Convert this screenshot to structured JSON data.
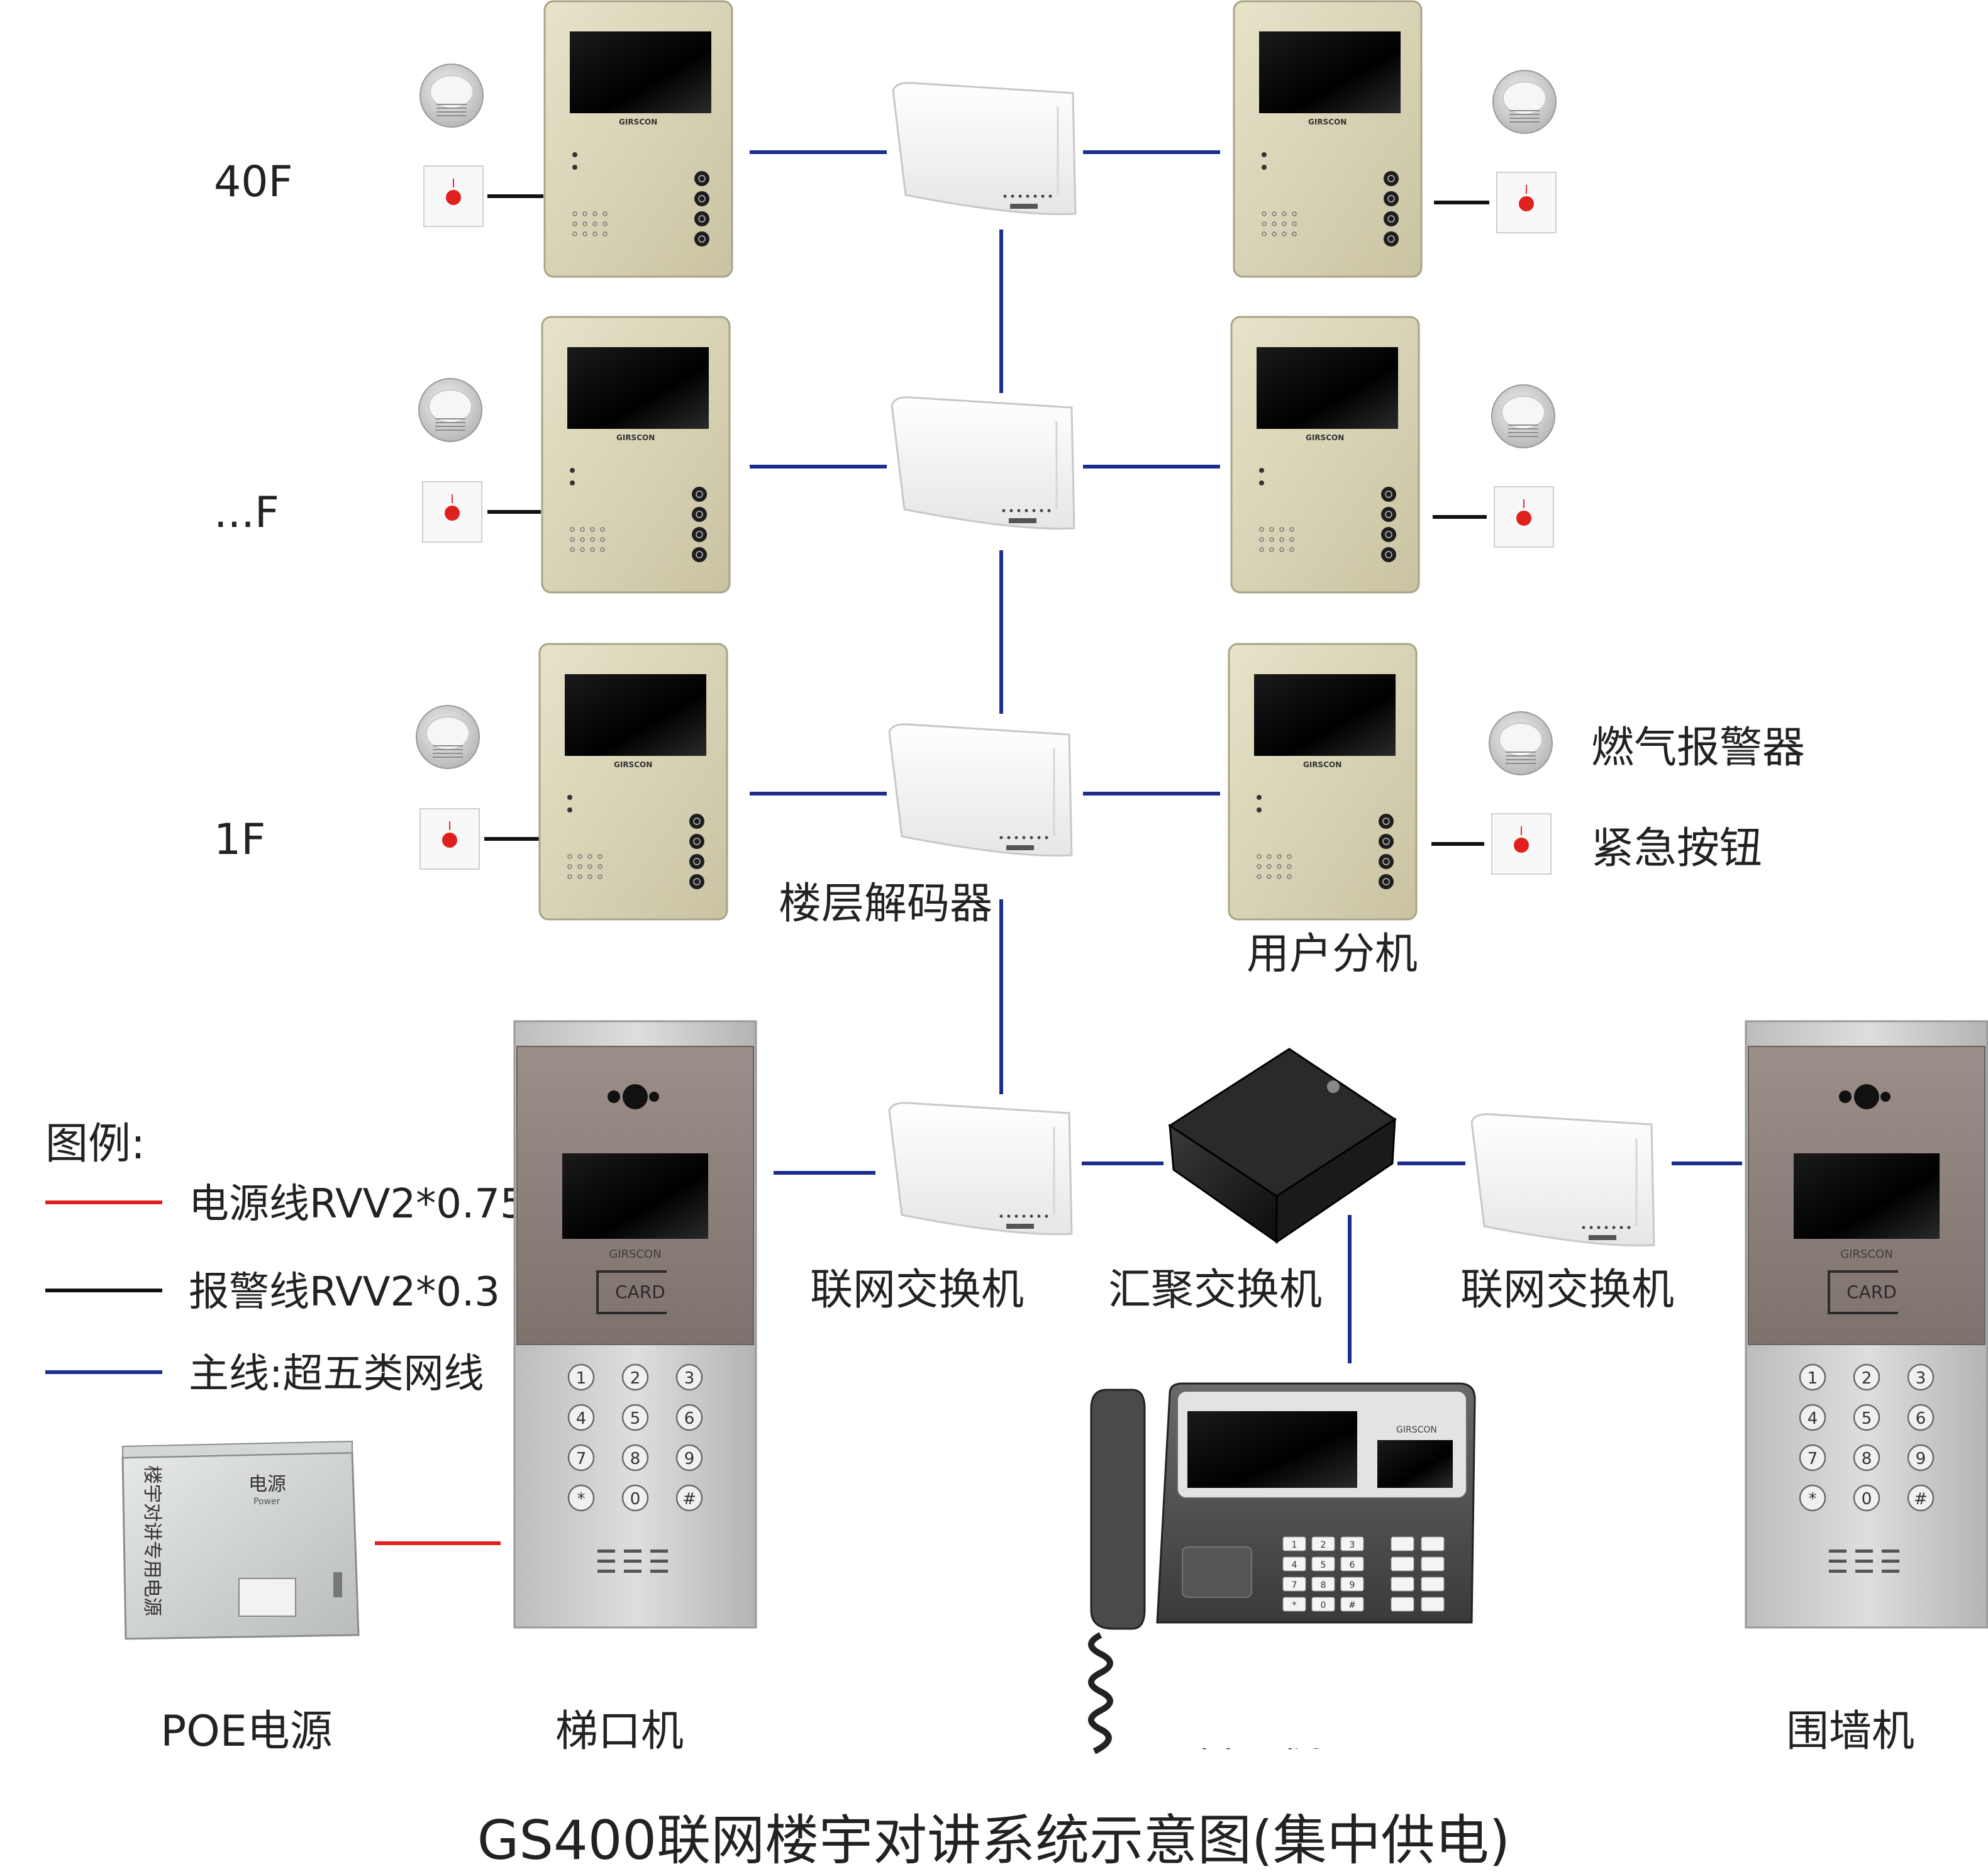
{
  "title": "GS400联网楼宇对讲系统示意图(集中供电)",
  "floors": {
    "top": "40F",
    "middle": "...F",
    "bottom": "1F"
  },
  "brand": "GIRSCON",
  "card_text": "CARD",
  "labels": {
    "floor_decoder": "楼层解码器",
    "user_unit": "用户分机",
    "gas_alarm": "燃气报警器",
    "emergency_button": "紧急按钮",
    "network_switch_left": "联网交换机",
    "aggregation_switch": "汇聚交换机",
    "network_switch_right": "联网交换机",
    "poe_power": "POE电源",
    "elevator_station": "梯口机",
    "management_unit": "管理机",
    "wall_station": "围墙机"
  },
  "legend": {
    "title": "图例:",
    "items": [
      {
        "label": "电源线RVV2*0.75",
        "color": "#e0201c"
      },
      {
        "label": "报警线RVV2*0.3",
        "color": "#111111"
      },
      {
        "label": "主线:超五类网线",
        "color": "#1c2e8c"
      }
    ]
  },
  "power_box": {
    "main": "楼宇对讲专用电源",
    "sub": "电源",
    "sub_en": "Power"
  },
  "keypad_keys": [
    "1",
    "2",
    "3",
    "4",
    "5",
    "6",
    "7",
    "8",
    "9",
    "*",
    "0",
    "#"
  ],
  "colors": {
    "trunk": "#1c2e8c",
    "alarm": "#111111",
    "power": "#e0201c"
  }
}
